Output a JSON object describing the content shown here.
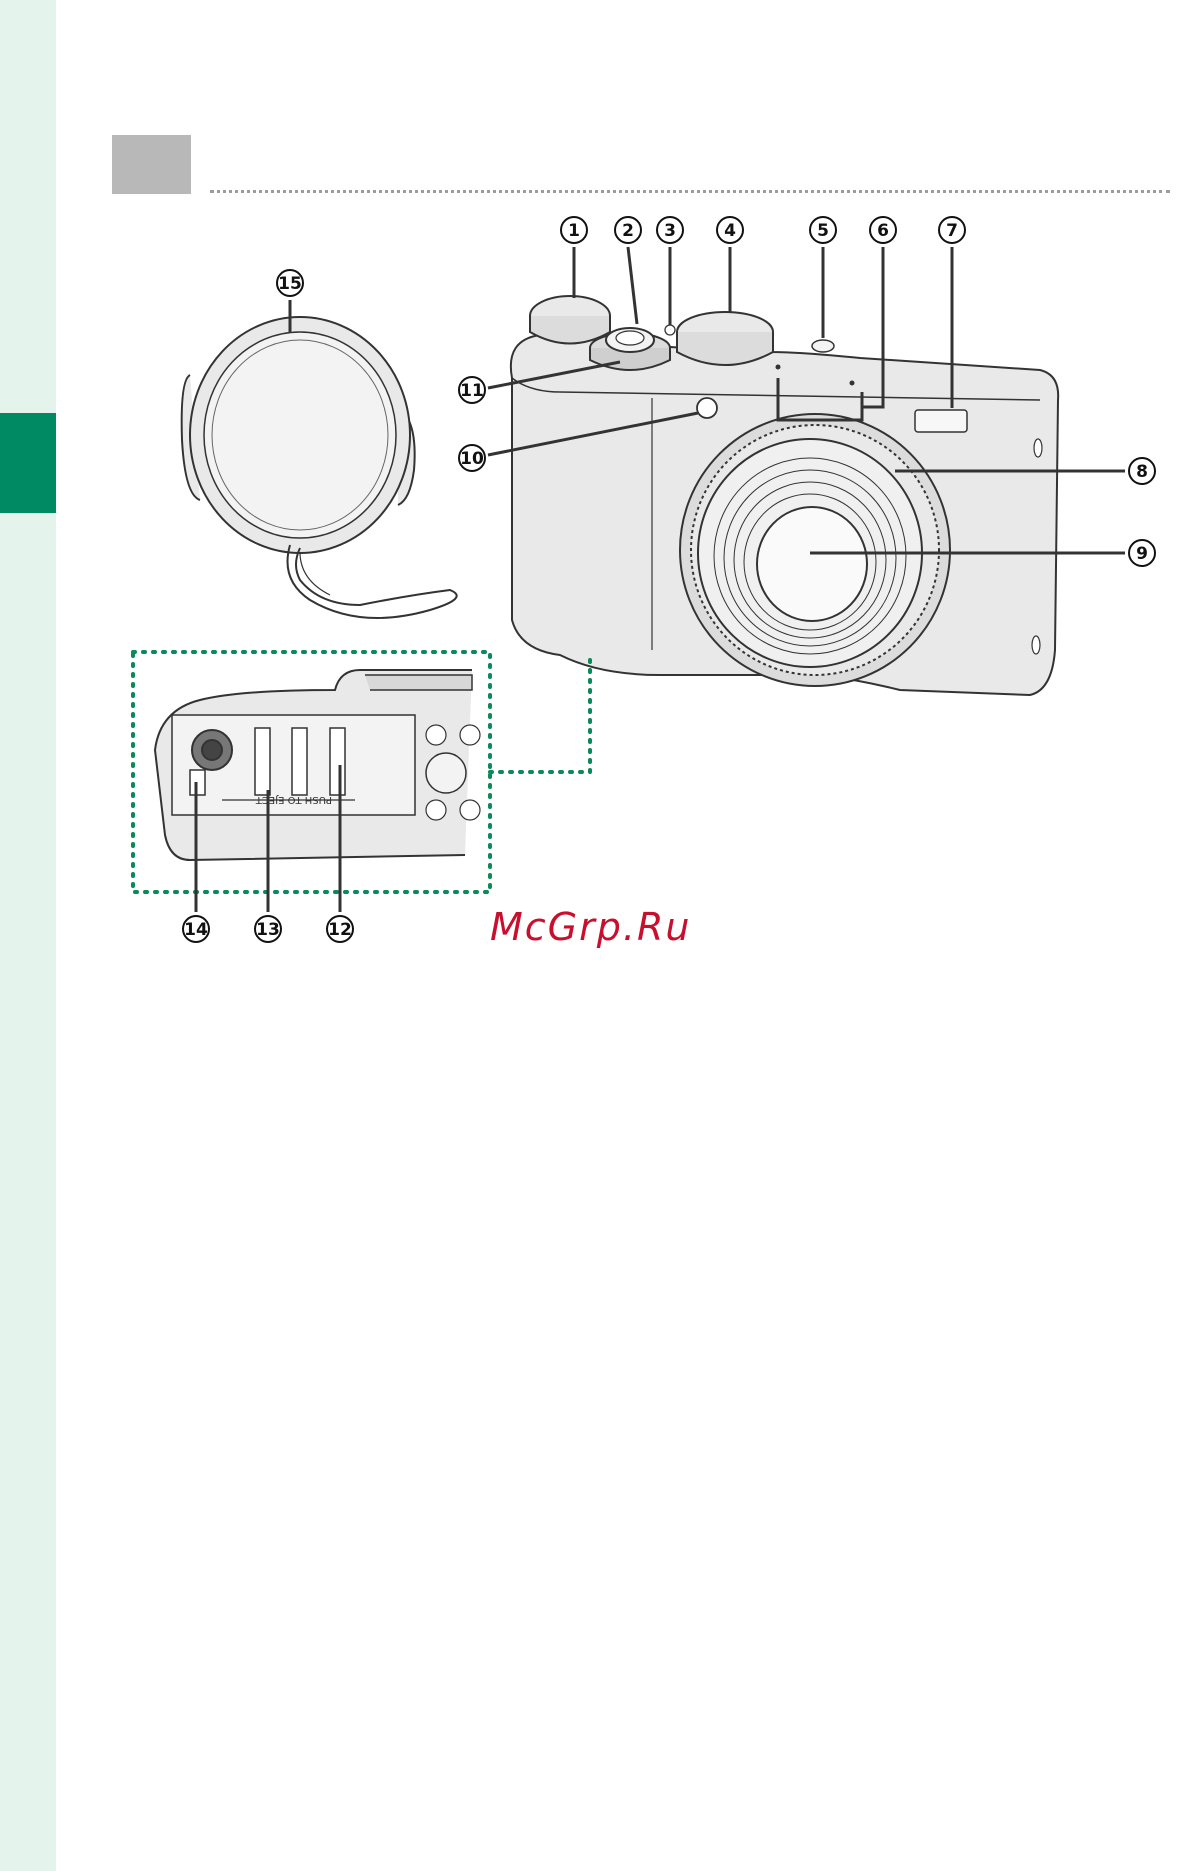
{
  "callouts": [
    "1",
    "2",
    "3",
    "4",
    "5",
    "6",
    "7",
    "8",
    "9",
    "10",
    "11",
    "12",
    "13",
    "14",
    "15"
  ],
  "bottom_panel": {
    "imprint": "PUSH TO EJECT"
  },
  "watermark": "McGrp.Ru",
  "colors": {
    "accent_tab": "#008a63",
    "side_strip": "#e4f3ec",
    "header_box": "#b8b8b8",
    "camera_body": "#e9e9e9",
    "watermark": "#c8102e"
  }
}
